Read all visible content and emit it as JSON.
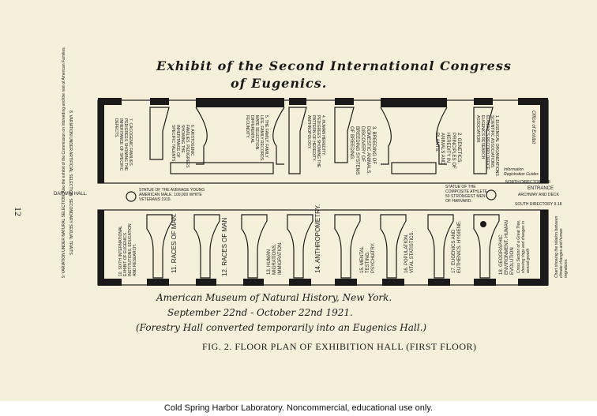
{
  "title": {
    "line1": "Exhibit of the Second International Congress",
    "line2": "of Eugenics."
  },
  "page_number": "12",
  "labels": {
    "darwin_hall": "DARWIN HALL.",
    "entrance": "ENTRANCE",
    "entrance_sub": "ARCHWAY AND DECK",
    "north_directory": "NORTH DIRECTORY 1-8",
    "south_directory": "SOUTH DIRECTORY 9-18",
    "average_american_male": "STATUE OF THE AVERAGE YOUNG AMERICAN MALE. 100,000 WHITE VETERANS 1919.",
    "composite_athlete": "STATUE OF THE COMPOSITE ATHLETE. 50 STRONGEST MEN OF HARVARD.",
    "office": "Office of Exhibit",
    "information": "Information Registration Guides",
    "margin_top": "8. VARIATION UNDER ARTIFICIAL SELECTION. SECONDARY SEXUAL TRAITS.",
    "margin_bottom": "9. VARIATION UNDER NATURAL SELECTION. Also the exhibit of the Commission on Inbreeding and the rest of American Families."
  },
  "top_booths": [
    "1. EUGENICAL ORGANIZATIONS. SCIENTIFIC ASSOCIATIONS. EUGENICS RECORD OFFICE. EUGENICS RESEARCH ASSOCIATION.",
    "2. GENETICS. PRINCIPLES OF HEREDITY IN ANIMALS AND PLANTS.",
    "3. BREEDING OF DOMESTIC ANIMALS. DISCOVERY OF BREEDING SYSTEMS OF BREEDING.",
    "4. HUMAN HEREDITY. PEDIGREES SHOWING THE PATTERN OF HEREDITY. ANTHROPOLOGY.",
    "5. THE FAMILY. FAMILY LIFE. FAMILY RECORDS. MATE SELECTION. DIFFERENTIAL FECUNDITY.",
    "6. ARISTOGENIC FAMILIES. PEDIGREES SHOWING THE INHERITANCE OF SPECIFIC TALENTS.",
    "7. CACOGENIC FAMILIES. PEDIGREES SHOWING THE INHERITANCE OF SPECIFIC DEFECTS."
  ],
  "bottom_booths": [
    "10. SIXTH INTERNATIONAL EXHIBIT OF EUGENICS. INSTITUTIONS, EDUCATION AND RESEARCH.",
    "11. RACES OF MAN.",
    "12. RACES OF MAN",
    "13. HUMAN MIGRATIONS. IMMIGRATION.",
    "14. ANTHROPOMETRY.",
    "15. MENTAL TESTING. PSYCHIATRY.",
    "16. POPULATION. VITAL STATISTICS.",
    "17. EUGENICS AND EUTHENICS. HYGIENE.",
    "18. GEOGRAPHIC ENVIRONMENT. HUMAN EVOLUTION"
  ],
  "bottom_right_notes": {
    "cross_section": "Cross Section of a Great Tree, showing rings and changes in annual growth",
    "chart": "Chart showing the relation between climate changes and human migrations."
  },
  "caption": {
    "museum": "American Museum of Natural History, New York.",
    "dates": "September 22nd - October 22nd 1921.",
    "note": "(Forestry Hall converted temporarily into an Eugenics Hall.)",
    "figure": "FIG. 2.    FLOOR PLAN OF EXHIBITION HALL (FIRST FLOOR)"
  },
  "footer": "Cold Spring Harbor Laboratory. Noncommercial, educational use only."
}
